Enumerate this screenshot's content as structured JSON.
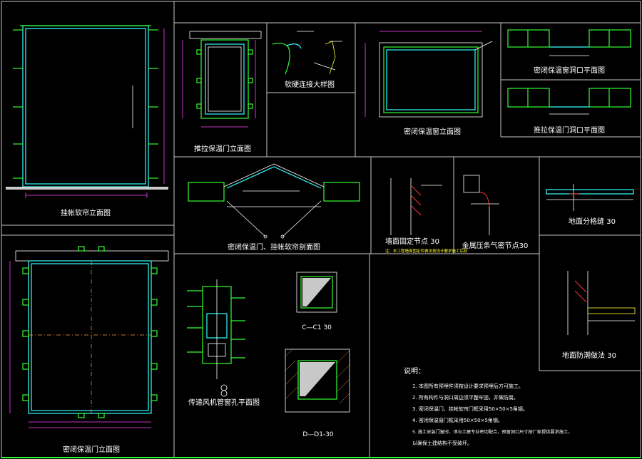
{
  "labels": {
    "curtain_elevation": "挂帐软帘立面图",
    "closed_door_elevation": "密闭保温门立面图",
    "door_pass_elevation": "推拉保温门立面图",
    "joint_detail": "软硬连接大样图",
    "hatch_elevation": "密闭保温窗立面图",
    "closed_plan": "密闭保温窗洞口平面图",
    "slide_plan": "推拉保温门洞口平面图",
    "door_section": "密闭保温门、挂帐软帘剖面图",
    "wall_detail": "墙面固定节点 30",
    "air_detail": "金属压条气密节点30",
    "ground_detail": "地面分格缝 30",
    "ground_waterproof": "地面防潮做法 30",
    "vent_plan": "传递风机管窗孔平面图",
    "section_c": "C—C1 30",
    "section_d": "D—D1-30",
    "wall_note": "注：本工程墙面固定件做法按设计要求施工后封"
  },
  "notes": {
    "title": "说明：",
    "items": [
      "1. 本图所有预埋件须按设计要求预埋后方可施工。",
      "2. 所有构件与洞口周边须平整牢固，并做防腐。",
      "3. 密闭保温门、挂帐软帘门框采用50×50×5角钢。",
      "4. 密闭保温窗门框采用50×50×5角钢。",
      "5. 施工安装门窗时，须与土建专业密切配合，预留洞口尺寸按厂家提供要求施工，",
      "以确保土建结构不受破坏。"
    ]
  },
  "colors": {
    "background": "#000000",
    "frame": "#c8c8c8",
    "green": "#33ff33",
    "cyan": "#33ffff",
    "magenta": "#ff44ff",
    "yellow": "#ffff33",
    "red": "#ff3333",
    "orange": "#ff9933"
  }
}
